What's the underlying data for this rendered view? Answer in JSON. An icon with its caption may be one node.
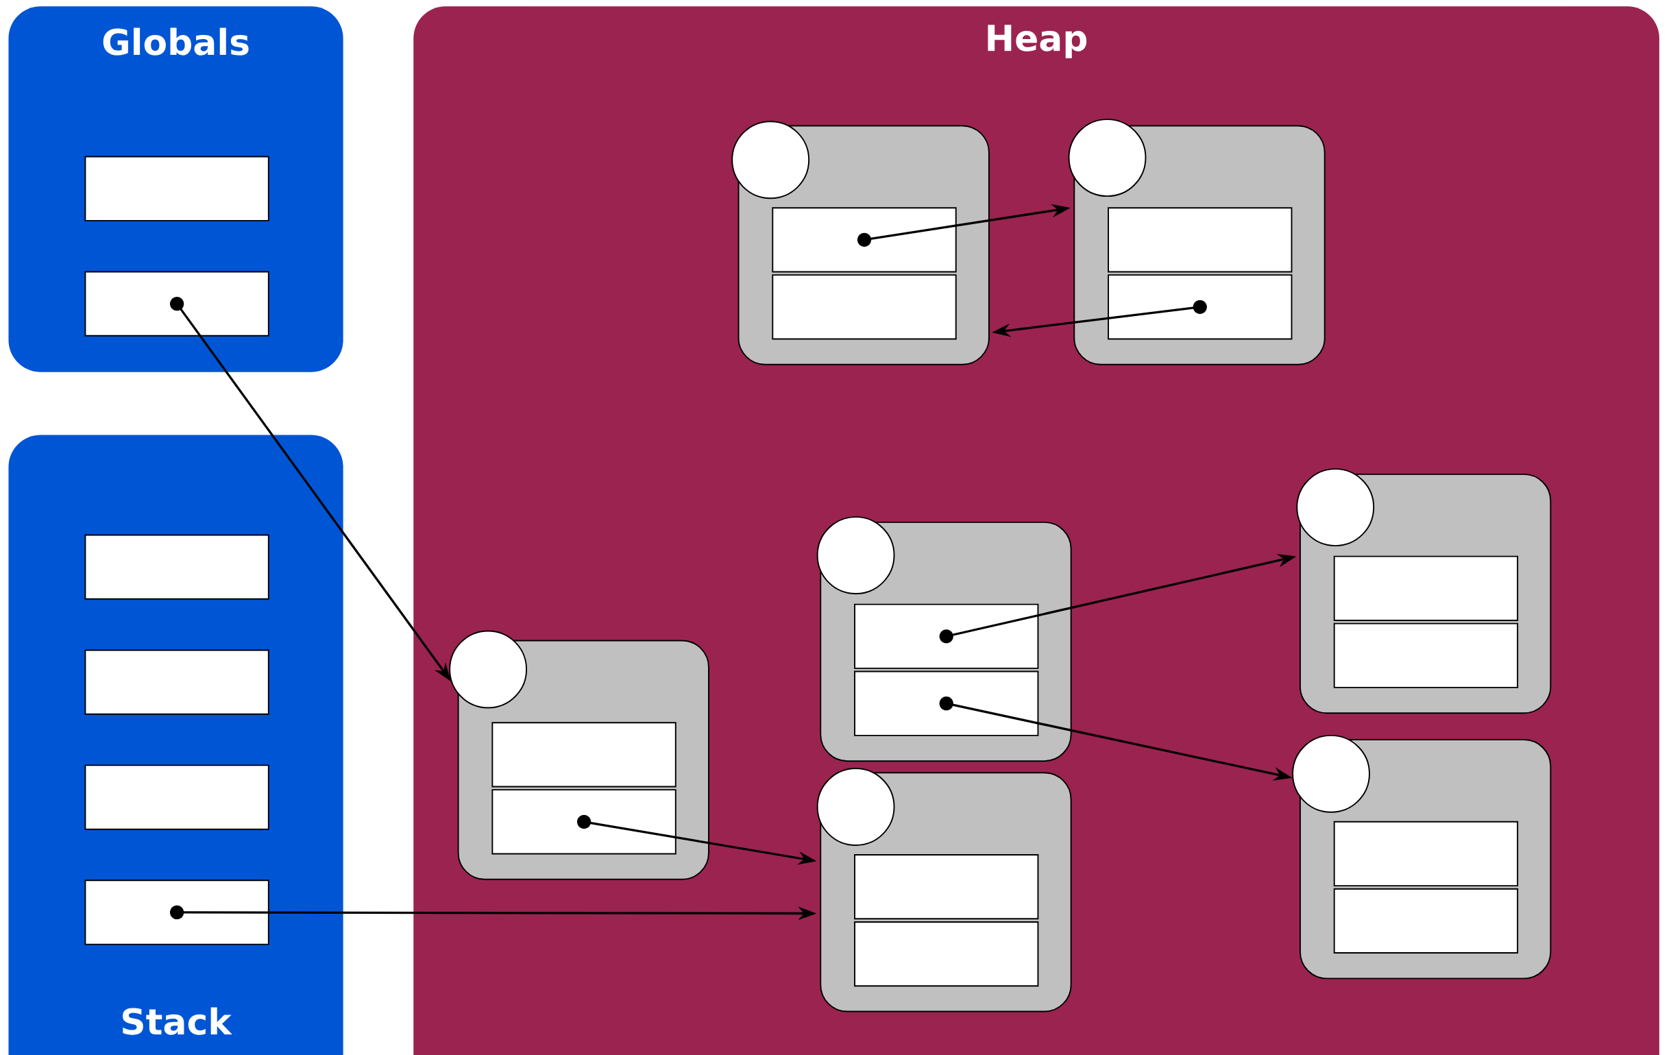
{
  "diagram": {
    "nodes": [
      {
        "text": [
          "Globals"
        ]
      },
      {
        "text": [],
        "shape": "box",
        "in": 0
      },
      {
        "text": [],
        "shape": "box",
        "in": 0
      },
      {
        "text": [
          "Heap"
        ]
      },
      {
        "text": [],
        "shape": "box",
        "in": 3
      },
      {
        "text": [],
        "shape": "circle",
        "in": 3
      },
      {
        "text": [],
        "shape": "box",
        "in": 4
      },
      {
        "text": [],
        "shape": "box",
        "in": 4
      },
      {
        "text": [],
        "shape": "box",
        "in": 3
      },
      {
        "text": [],
        "shape": "circle",
        "in": 3
      },
      {
        "text": [],
        "shape": "box",
        "in": 8
      },
      {
        "text": [],
        "shape": "box",
        "in": 8
      },
      {
        "text": [],
        "shape": "box",
        "in": 3
      },
      {
        "text": [],
        "shape": "circle",
        "in": 3
      },
      {
        "text": [],
        "shape": "box",
        "in": 12
      },
      {
        "text": [],
        "shape": "box",
        "in": 12
      },
      {
        "text": [],
        "shape": "box",
        "in": 3
      },
      {
        "text": [],
        "shape": "circle",
        "in": 3
      },
      {
        "text": [],
        "shape": "box",
        "in": 16
      },
      {
        "text": [],
        "shape": "box",
        "in": 16
      },
      {
        "text": [],
        "shape": "box",
        "in": 3
      },
      {
        "text": [],
        "shape": "circle",
        "in": 3
      },
      {
        "text": [],
        "shape": "box",
        "in": 20
      },
      {
        "text": [],
        "shape": "box",
        "in": 20
      },
      {
        "text": [],
        "shape": "box",
        "in": 3
      },
      {
        "text": [],
        "shape": "circle",
        "in": 3
      },
      {
        "text": [],
        "shape": "box",
        "in": 24
      },
      {
        "text": [],
        "shape": "box",
        "in": 24
      },
      {
        "text": [],
        "shape": "box",
        "in": 3
      },
      {
        "text": [],
        "shape": "circle",
        "in": 3
      },
      {
        "text": [],
        "shape": "box",
        "in": 28
      },
      {
        "text": [],
        "shape": "box",
        "in": 28
      },
      {
        "text": [
          "Stack"
        ]
      },
      {
        "text": [],
        "shape": "box",
        "in": 32
      },
      {
        "text": [],
        "shape": "box",
        "in": 32
      },
      {
        "text": [],
        "shape": "box",
        "in": 32
      },
      {
        "text": [],
        "shape": "box",
        "in": 32
      }
    ],
    "edges": [
      {
        "from": 2,
        "to": 21,
        "arrow": "to"
      },
      {
        "from": 6,
        "to": 8,
        "arrow": "to"
      },
      {
        "from": 11,
        "to": 4,
        "arrow": "to"
      },
      {
        "from": 23,
        "to": 28,
        "arrow": "to"
      },
      {
        "from": 36,
        "to": 28,
        "arrow": "to"
      },
      {
        "from": 18,
        "to": 12,
        "arrow": "to"
      },
      {
        "from": 19,
        "to": 25,
        "arrow": "to"
      }
    ]
  }
}
